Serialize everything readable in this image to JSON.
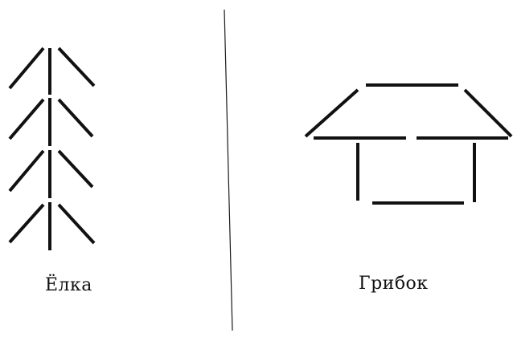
{
  "figures": [
    {
      "id": "tree",
      "caption": "Ёлка"
    },
    {
      "id": "mushroom",
      "caption": "Грибок"
    }
  ]
}
